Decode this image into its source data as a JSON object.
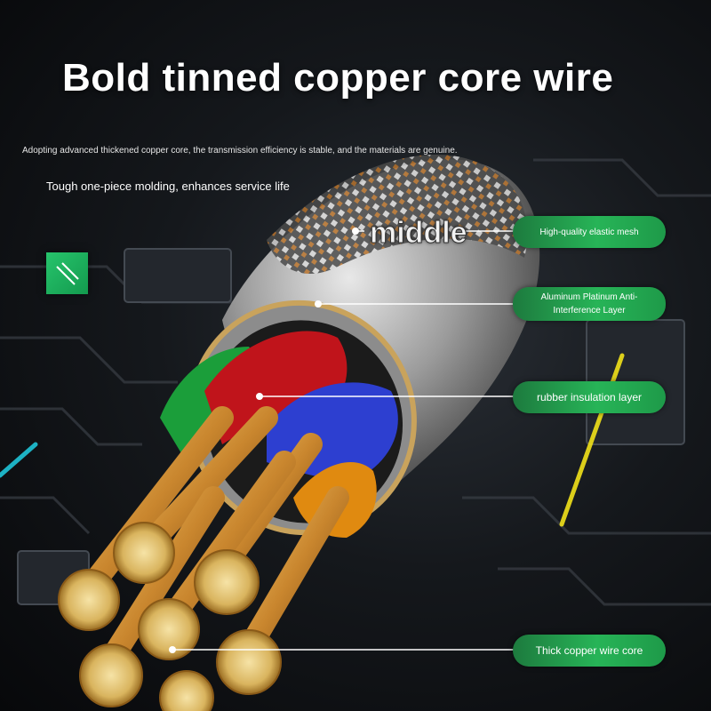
{
  "headline": "Bold tinned copper core wire",
  "description": "Adopting advanced thickened copper core, the transmission efficiency is stable, and the materials are genuine.",
  "subheading": "Tough one-piece molding, enhances service life",
  "callout_word": "middle",
  "labels": {
    "mesh": "High-quality elastic mesh",
    "aluminum": "Aluminum Platinum Anti-Interference Layer",
    "rubber": "rubber insulation layer",
    "copper": "Thick copper wire core"
  },
  "badge_icon": "diagonal-lines-icon",
  "colors": {
    "accent_green": "#27b457",
    "wire_red": "#c0141b",
    "wire_blue": "#2d3fd0",
    "wire_green": "#1b9e3a",
    "wire_orange": "#e08a10",
    "copper": "#c9862e",
    "highlight_yellow": "#f2e21a",
    "highlight_cyan": "#1fc4d8"
  }
}
